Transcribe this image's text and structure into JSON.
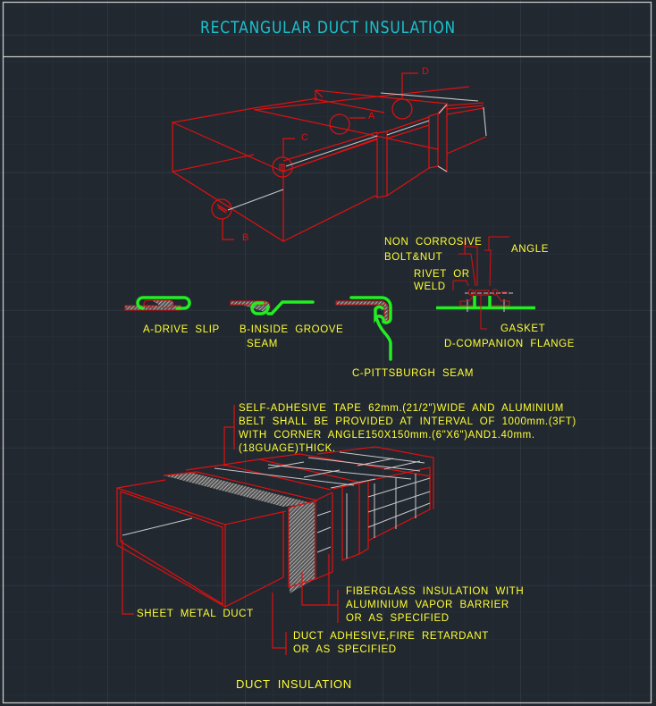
{
  "title": "RECTANGULAR  DUCT  INSULATION",
  "colors": {
    "background": "#212830",
    "grid_minor": "#29313b",
    "grid_major": "#353e4a",
    "frame": "#c8c8c8",
    "title": "#19c3cf",
    "text": "#ffff33",
    "geometry": "#e01010",
    "seam": "#22ee22",
    "hidden": "#c8c8c8"
  },
  "iso_duct": {
    "callouts": {
      "a": "A",
      "b": "B",
      "c": "C",
      "d": "D"
    }
  },
  "seams": {
    "drive_slip": "A-DRIVE  SLIP",
    "inside_groove_line1": "B-INSIDE  GROOVE",
    "inside_groove_line2": "SEAM",
    "pittsburgh": "C-PITTSBURGH  SEAM",
    "companion_flange": "D-COMPANION  FLANGE",
    "flange_labels": {
      "bolt_line1": "NON  CORROSIVE",
      "bolt_line2": "BOLT&NUT",
      "rivet_line1": "RIVET  OR",
      "rivet_line2": "WELD",
      "angle": "ANGLE",
      "gasket": "GASKET"
    }
  },
  "insulation": {
    "tape_note": [
      "SELF-ADHESIVE  TAPE  62mm.(21/2\")WIDE  AND  ALUMINIUM",
      "BELT  SHALL  BE  PROVIDED  AT  INTERVAL  OF  1000mm.(3FT)",
      "WITH  CORNER  ANGLE150X150mm.(6\"X6\")AND1.40mm.",
      "(18GUAGE)THICK."
    ],
    "sheet_metal": "SHEET  METAL  DUCT",
    "fiberglass": [
      "FIBERGLASS  INSULATION  WITH",
      "ALUMINIUM  VAPOR  BARRIER",
      "OR  AS  SPECIFIED"
    ],
    "adhesive": [
      "DUCT  ADHESIVE,FIRE  RETARDANT",
      "OR  AS  SPECIFIED"
    ],
    "caption": "DUCT  INSULATION"
  }
}
